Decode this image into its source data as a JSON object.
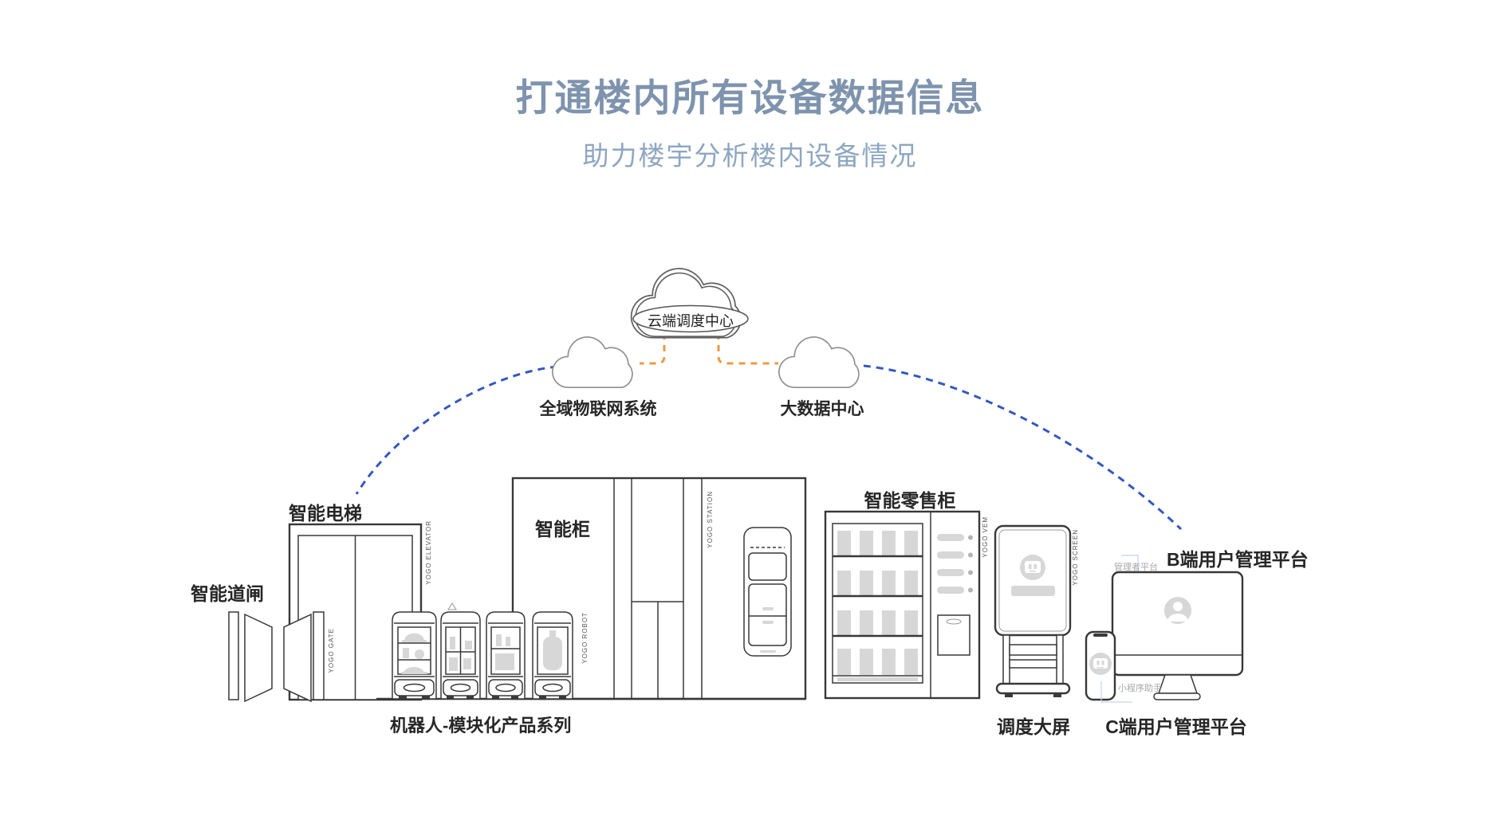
{
  "header": {
    "title": "打通楼内所有设备数据信息",
    "subtitle": "助力楼宇分析楼内设备情况"
  },
  "clouds": {
    "center": {
      "label": "云端调度中心"
    },
    "left": {
      "label": "全域物联网系统"
    },
    "right": {
      "label": "大数据中心"
    }
  },
  "devices": {
    "gate": {
      "label": "智能道闸",
      "brand": "YOGO GATE"
    },
    "elevator": {
      "label": "智能电梯",
      "brand": "YOGO ELEVATOR"
    },
    "cabinet": {
      "label": "智能柜",
      "brand": "YOGO STATION"
    },
    "robots": {
      "label": "机器人-模块化产品系列",
      "brand": "YOGO ROBOT"
    },
    "vending": {
      "label": "智能零售柜",
      "brand": "YOGO VEM"
    },
    "bigscreen": {
      "label": "调度大屏",
      "brand": "YOGO SCREEN"
    },
    "b_platform": {
      "label": "B端用户管理平台",
      "tag": "管理者平台"
    },
    "c_platform": {
      "label": "C端用户管理平台",
      "tag": "小程序助手"
    }
  },
  "colors": {
    "title": "#7e93ad",
    "subtitle": "#8ea6c1",
    "blue_dash": "#3457c0",
    "orange_dash": "#f0993f",
    "outline": "#383838",
    "fill_gray": "#d7d7d7"
  }
}
